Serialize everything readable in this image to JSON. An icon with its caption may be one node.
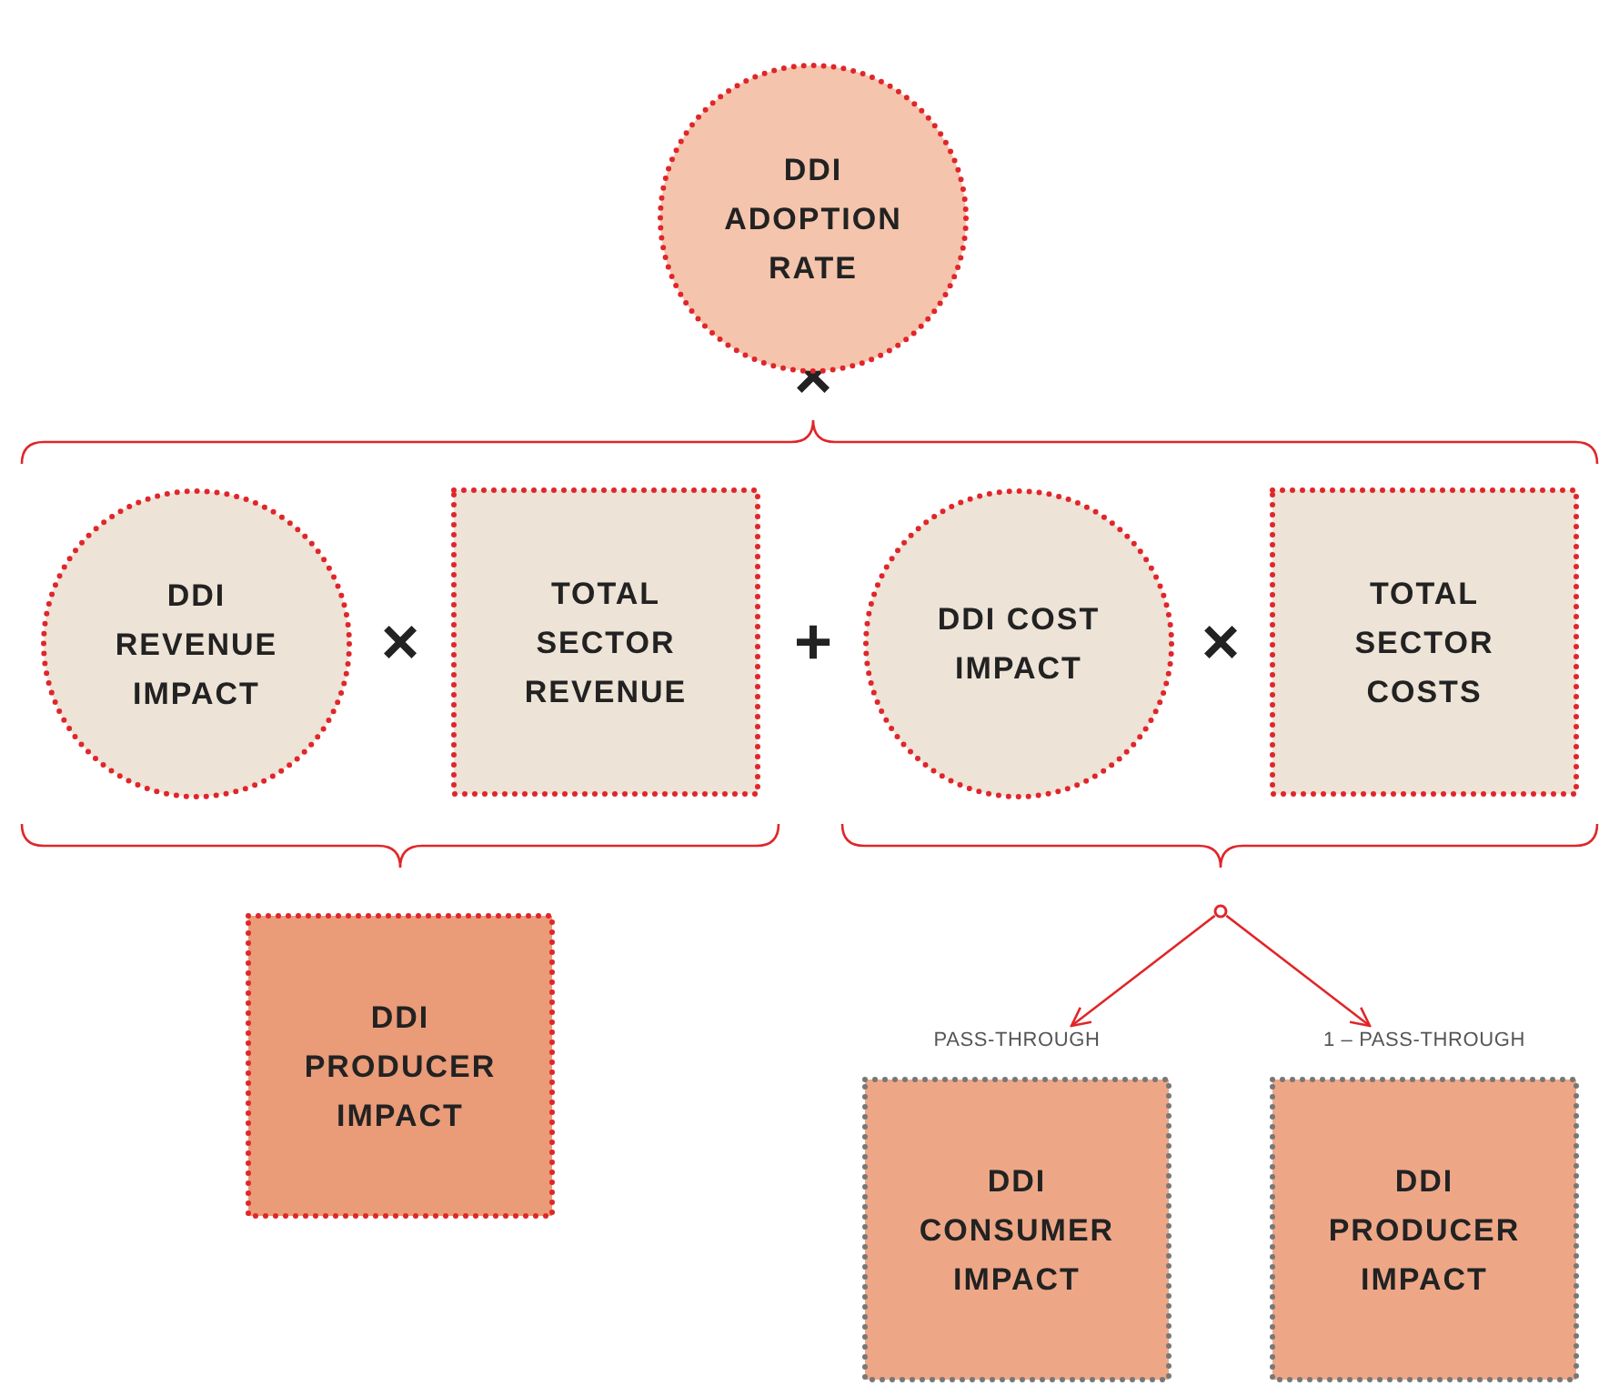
{
  "diagram": {
    "nodes": [
      {
        "text": [
          "DDI ADOPTION RATE"
        ]
      },
      {
        "text": [
          "DDI REVENUE IMPACT"
        ]
      },
      {
        "text": [
          "TOTAL SECTOR REVENUE"
        ]
      },
      {
        "text": [
          "DDI COST IMPACT"
        ]
      },
      {
        "text": [
          "TOTAL SECTOR COSTS"
        ]
      },
      {
        "text": [
          "DDI PRODUCER IMPACT"
        ]
      },
      {
        "text": [],
        "shape": "circle"
      },
      {
        "text": [
          "DDI CONSUMER IMPACT"
        ],
        "beside": [
          "PASS-THROUGH"
        ]
      },
      {
        "text": [
          "DDI PRODUCER IMPACT"
        ],
        "beside": [
          "1 – PASS-THROUGH"
        ]
      }
    ],
    "edges": [
      {
        "from": 6,
        "to": 7,
        "arrow": "to"
      },
      {
        "from": 6,
        "to": 8,
        "arrow": "to"
      }
    ],
    "labels": [
      "×",
      "×",
      "+",
      "×"
    ]
  }
}
